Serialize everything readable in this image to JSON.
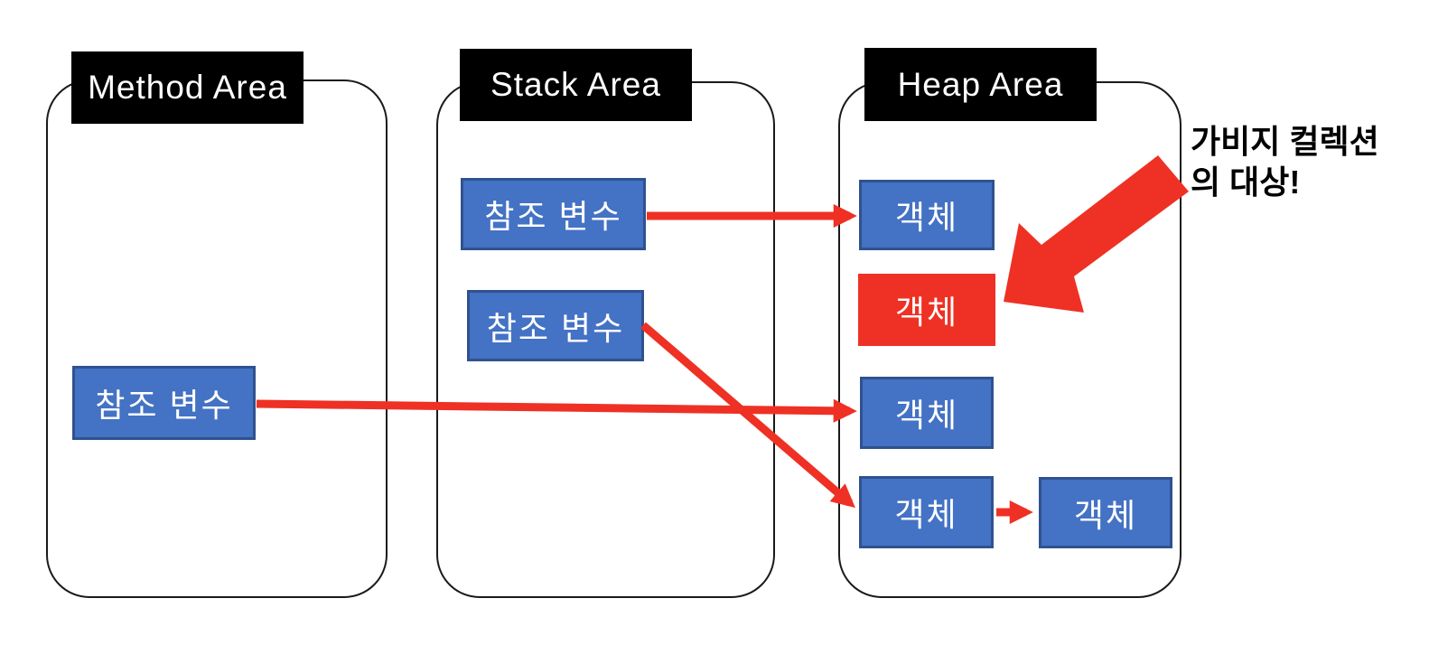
{
  "areas": {
    "method": {
      "label": "Method Area",
      "ref1": "참조 변수"
    },
    "stack": {
      "label": "Stack Area",
      "ref1": "참조 변수",
      "ref2": "참조 변수"
    },
    "heap": {
      "label": "Heap Area",
      "obj1": "객체",
      "obj2": "객체",
      "obj3": "객체",
      "obj4": "객체",
      "obj5": "객체"
    }
  },
  "annotation": {
    "line1": "가비지 컬렉션",
    "line2": "의 대상!"
  },
  "arrows": [
    {
      "name": "stack-ref1-to-heap-obj1",
      "from": "stack.ref1",
      "to": "heap.obj1"
    },
    {
      "name": "method-ref1-to-heap-obj3",
      "from": "method.ref1",
      "to": "heap.obj3"
    },
    {
      "name": "stack-ref2-to-heap-obj4",
      "from": "stack.ref2",
      "to": "heap.obj4"
    },
    {
      "name": "heap-obj4-to-heap-obj5",
      "from": "heap.obj4",
      "to": "heap.obj5"
    },
    {
      "name": "garbage-collection-big-arrow",
      "from": "annotation",
      "to": "heap.obj2"
    }
  ],
  "colors": {
    "blue_box": "#4472C4",
    "blue_box_border": "#2F528F",
    "red": "#EE3124",
    "area_label_bg": "#000000",
    "area_label_text": "#FFFFFF",
    "container_border": "#1A1A1A",
    "annotation_text": "#000000",
    "background": "#FFFFFF"
  }
}
